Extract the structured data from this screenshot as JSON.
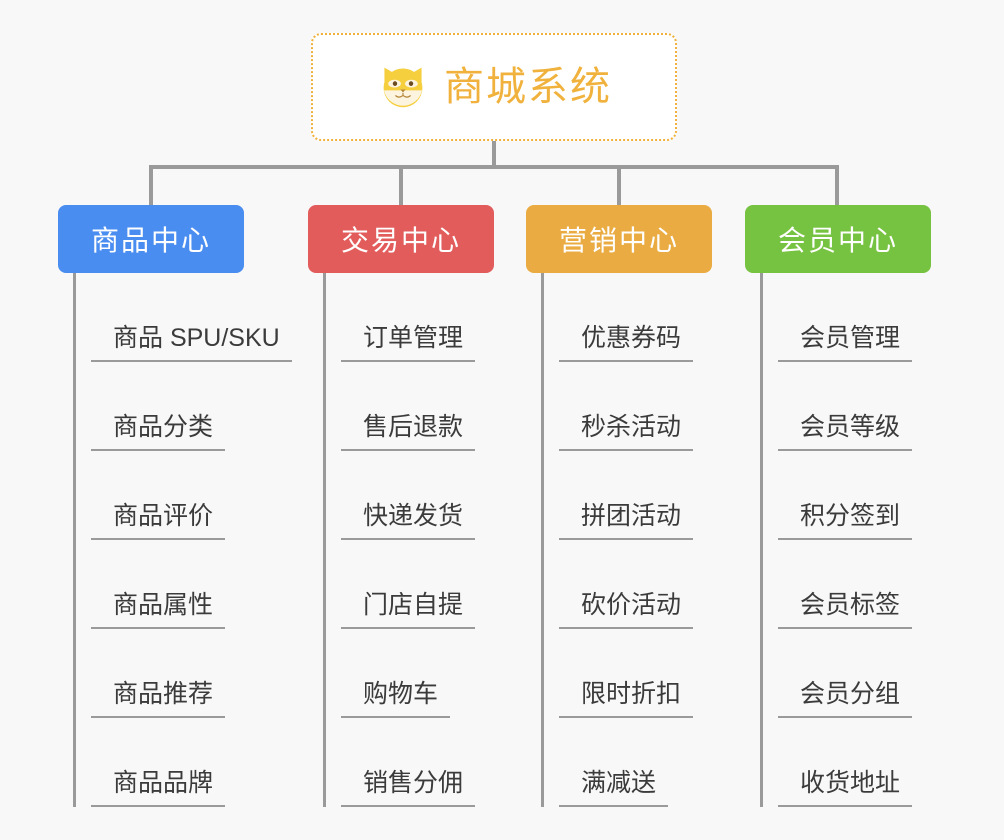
{
  "background_color": "#f8f8f8",
  "root": {
    "title": "商城系统",
    "icon": "shiba-dog-icon",
    "text_color": "#f0b23c",
    "border_color": "#f0b23c",
    "background_color": "#ffffff"
  },
  "connector_color": "#9a9a9a",
  "branches": [
    {
      "label": "商品中心",
      "color": "#4a8df0",
      "items": [
        "商品 SPU/SKU",
        "商品分类",
        "商品评价",
        "商品属性",
        "商品推荐",
        "商品品牌"
      ]
    },
    {
      "label": "交易中心",
      "color": "#e25c5c",
      "items": [
        "订单管理",
        "售后退款",
        "快递发货",
        "门店自提",
        "购物车",
        "销售分佣"
      ]
    },
    {
      "label": "营销中心",
      "color": "#eaac42",
      "items": [
        "优惠券码",
        "秒杀活动",
        "拼团活动",
        "砍价活动",
        "限时折扣",
        "满减送"
      ]
    },
    {
      "label": "会员中心",
      "color": "#76c241",
      "items": [
        "会员管理",
        "会员等级",
        "积分签到",
        "会员标签",
        "会员分组",
        "收货地址"
      ]
    }
  ]
}
